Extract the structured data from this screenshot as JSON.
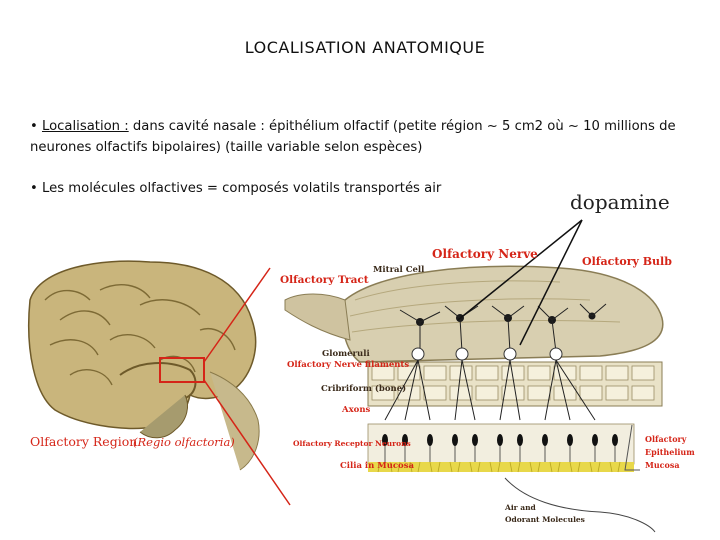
{
  "slide": {
    "title": "LOCALISATION ANATOMIQUE",
    "bullet1": {
      "marker": "•",
      "label": "Localisation :",
      "text": " dans cavité nasale : épithélium olfactif (petite région ~ 5 cm2 où ~ 10 millions de neurones olfactifs bipolaires) (taille variable selon espèces)"
    },
    "bullet2": {
      "marker": "•",
      "text": "Les molécules olfactives = composés volatils transportés air"
    },
    "annotation": "dopamine"
  },
  "figure": {
    "labels": {
      "olfactory_nerve": "Olfactory Nerve",
      "olfactory_bulb": "Olfactory Bulb",
      "mitral_cell": "Mitral Cell",
      "olfactory_tract": "Olfactory Tract",
      "glomeruli": "Glomeruli",
      "nerve_filaments": "Olfactory Nerve filaments",
      "cribriform": "Cribriform (bone)",
      "axons": "Axons",
      "receptor_neurons": "Olfactory Receptor Neurons",
      "cilia": "Cilia in Mucosa",
      "epithelium_line1": "Olfactory",
      "epithelium_line2": "Epithelium",
      "epithelium_line3": "Mucosa",
      "air_line1": "Air and",
      "air_line2": "Odorant Molecules",
      "region_main": "Olfactory Region",
      "region_latin": "(Regio olfactoria)"
    },
    "colors": {
      "brain": "#c9b57c",
      "bulb": "#d8cfb0",
      "label_red": "#d52518",
      "cilia": "#e8d84a"
    }
  }
}
